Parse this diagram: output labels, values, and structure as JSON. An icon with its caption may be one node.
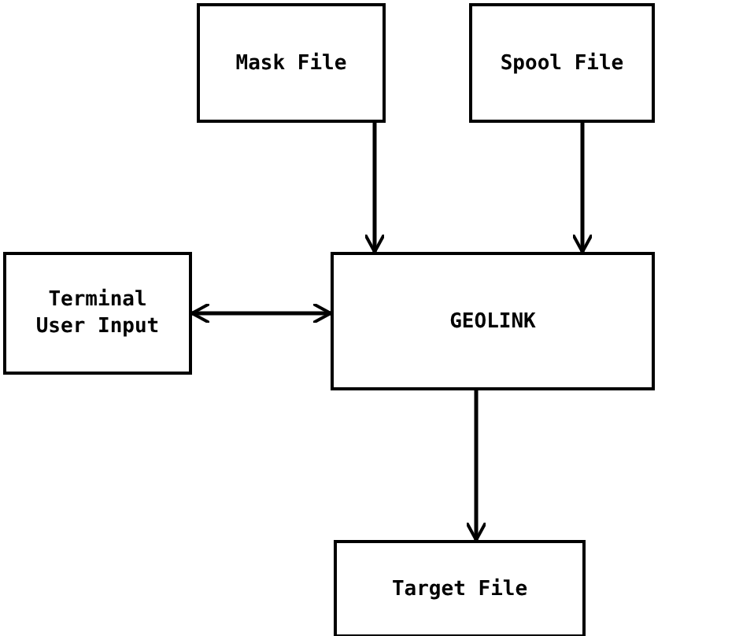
{
  "diagram": {
    "nodes": [
      {
        "text": [
          "Mask File"
        ]
      },
      {
        "text": [
          "Spool File"
        ]
      },
      {
        "text": [
          "Terminal User Input"
        ]
      },
      {
        "text": [
          "GEOLINK"
        ]
      },
      {
        "text": [
          "Target File"
        ]
      }
    ],
    "edges": [
      {
        "from": 0,
        "to": 3,
        "arrow": "to"
      },
      {
        "from": 1,
        "to": 3,
        "arrow": "to"
      },
      {
        "from": 2,
        "to": 3,
        "arrow": "both"
      },
      {
        "from": 3,
        "to": 4,
        "arrow": "to"
      }
    ]
  }
}
